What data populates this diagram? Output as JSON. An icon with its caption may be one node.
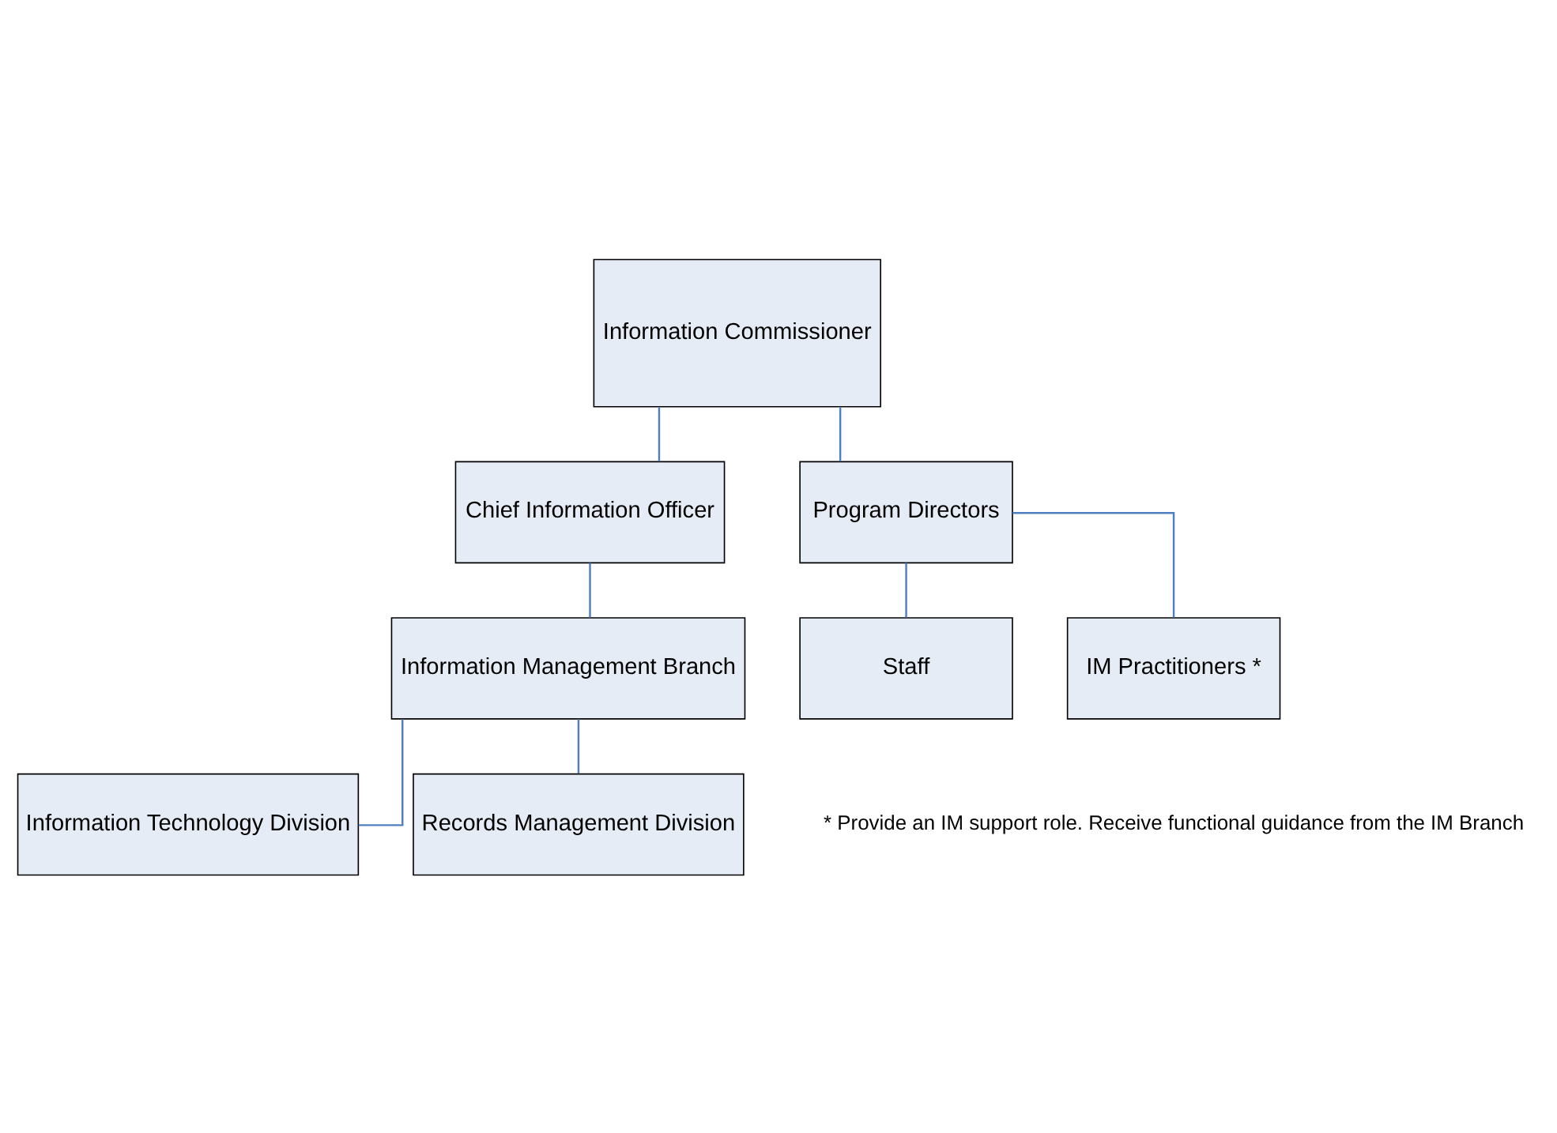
{
  "diagram": {
    "nodes": [
      {
        "text": [
          "Information Commissioner"
        ]
      },
      {
        "text": [
          "Chief Information Officer"
        ]
      },
      {
        "text": [
          "Program Directors"
        ]
      },
      {
        "text": [
          "Information Management Branch"
        ]
      },
      {
        "text": [
          "Staff"
        ]
      },
      {
        "text": [
          "IM Practitioners *"
        ]
      },
      {
        "text": [
          "Information Technology Division"
        ]
      },
      {
        "text": [
          "Records Management Division"
        ]
      }
    ],
    "edges": [
      {
        "from": 0,
        "to": 1,
        "arrow": "none"
      },
      {
        "from": 0,
        "to": 2,
        "arrow": "none"
      },
      {
        "from": 1,
        "to": 3,
        "arrow": "none"
      },
      {
        "from": 2,
        "to": 4,
        "arrow": "none"
      },
      {
        "from": 2,
        "to": 5,
        "arrow": "none"
      },
      {
        "from": 3,
        "to": 6,
        "arrow": "none"
      },
      {
        "from": 3,
        "to": 7,
        "arrow": "none"
      }
    ],
    "labels": [
      "* Provide an IM support role. Receive functional guidance from the IM Branch"
    ]
  }
}
